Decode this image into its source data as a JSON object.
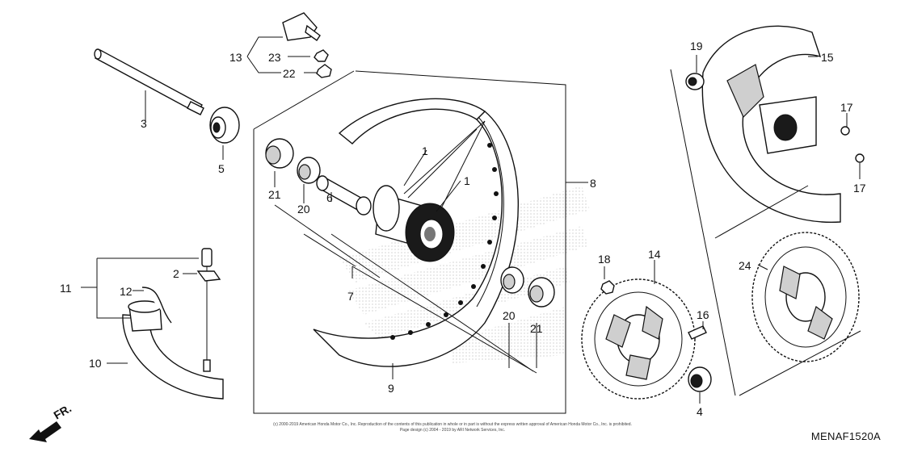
{
  "diagram": {
    "code": "MENAF1520A",
    "front_label": "FR.",
    "copyright_line1": "(c) 2000-2019 American Honda Motor Co., Inc. Reproduction of the contents of this publication in whole or in part is without the express written approval of American Honda Motor Co., Inc. is prohibited.",
    "copyright_line2": "Page design (c) 2004 - 2019 by ARI Network Services, Inc."
  },
  "callouts": {
    "c1a": "1",
    "c1b": "1",
    "c2": "2",
    "c3": "3",
    "c4": "4",
    "c5": "5",
    "c6": "6",
    "c7": "7",
    "c8": "8",
    "c9": "9",
    "c10": "10",
    "c11": "11",
    "c12": "12",
    "c13": "13",
    "c14": "14",
    "c15": "15",
    "c16": "16",
    "c17a": "17",
    "c17b": "17",
    "c18": "18",
    "c19": "19",
    "c20a": "20",
    "c20b": "20",
    "c21a": "21",
    "c21b": "21",
    "c22": "22",
    "c23": "23",
    "c24": "24"
  }
}
